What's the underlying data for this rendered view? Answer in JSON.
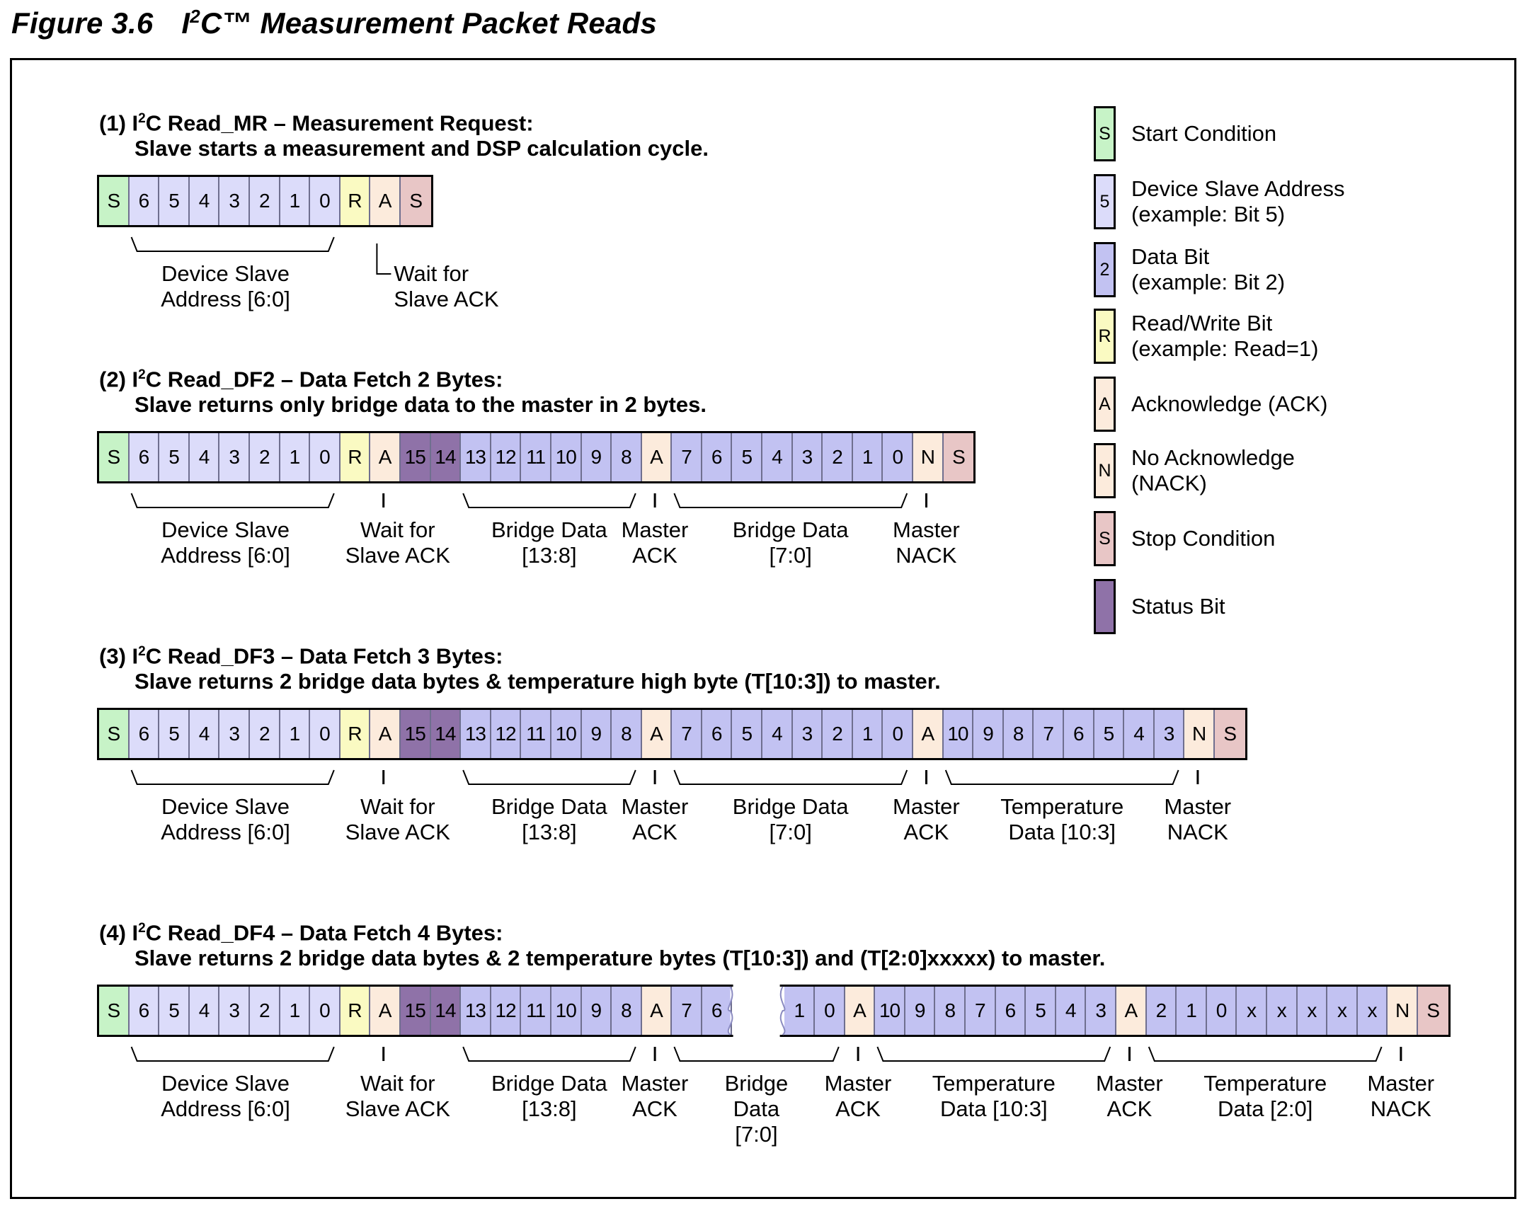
{
  "figure": {
    "label": "Figure 3.6",
    "title_prefix": "I",
    "title_sup": "2",
    "title_rest": "C™ Measurement Packet Reads"
  },
  "sections": [
    {
      "id": "mr",
      "num": "(1) I",
      "sup": "2",
      "name": "C Read_MR – Measurement Request:",
      "desc": "Slave starts a measurement and DSP calculation cycle.",
      "cells": [
        {
          "t": "S",
          "k": "S"
        },
        {
          "t": "6",
          "k": "D"
        },
        {
          "t": "5",
          "k": "D"
        },
        {
          "t": "4",
          "k": "D"
        },
        {
          "t": "3",
          "k": "D"
        },
        {
          "t": "2",
          "k": "D"
        },
        {
          "t": "1",
          "k": "D"
        },
        {
          "t": "0",
          "k": "D"
        },
        {
          "t": "R",
          "k": "R"
        },
        {
          "t": "A",
          "k": "A"
        },
        {
          "t": "S",
          "k": "P"
        }
      ],
      "labels": [
        {
          "lines": [
            "Device Slave",
            "Address [6:0]"
          ]
        },
        {
          "lines": [
            "Wait for",
            "Slave ACK"
          ]
        }
      ]
    },
    {
      "id": "df2",
      "num": "(2) I",
      "sup": "2",
      "name": "C Read_DF2 – Data Fetch 2 Bytes:",
      "desc": "Slave returns only bridge data to the master in 2 bytes.",
      "cells": [
        {
          "t": "S",
          "k": "S"
        },
        {
          "t": "6",
          "k": "D"
        },
        {
          "t": "5",
          "k": "D"
        },
        {
          "t": "4",
          "k": "D"
        },
        {
          "t": "3",
          "k": "D"
        },
        {
          "t": "2",
          "k": "D"
        },
        {
          "t": "1",
          "k": "D"
        },
        {
          "t": "0",
          "k": "D"
        },
        {
          "t": "R",
          "k": "R"
        },
        {
          "t": "A",
          "k": "A"
        },
        {
          "t": "15",
          "k": "T"
        },
        {
          "t": "14",
          "k": "T"
        },
        {
          "t": "13",
          "k": "B"
        },
        {
          "t": "12",
          "k": "B"
        },
        {
          "t": "11",
          "k": "B"
        },
        {
          "t": "10",
          "k": "B"
        },
        {
          "t": "9",
          "k": "B"
        },
        {
          "t": "8",
          "k": "B"
        },
        {
          "t": "A",
          "k": "A"
        },
        {
          "t": "7",
          "k": "B"
        },
        {
          "t": "6",
          "k": "B"
        },
        {
          "t": "5",
          "k": "B"
        },
        {
          "t": "4",
          "k": "B"
        },
        {
          "t": "3",
          "k": "B"
        },
        {
          "t": "2",
          "k": "B"
        },
        {
          "t": "1",
          "k": "B"
        },
        {
          "t": "0",
          "k": "B"
        },
        {
          "t": "N",
          "k": "N"
        },
        {
          "t": "S",
          "k": "P"
        }
      ],
      "labels": [
        {
          "lines": [
            "Device Slave",
            "Address [6:0]"
          ]
        },
        {
          "lines": [
            "Wait for",
            "Slave ACK"
          ]
        },
        {
          "lines": [
            "Bridge Data",
            "[13:8]"
          ]
        },
        {
          "lines": [
            "Master",
            "ACK"
          ]
        },
        {
          "lines": [
            "Bridge Data",
            "[7:0]"
          ]
        },
        {
          "lines": [
            "Master",
            "NACK"
          ]
        }
      ]
    },
    {
      "id": "df3",
      "num": "(3) I",
      "sup": "2",
      "name": "C Read_DF3 – Data Fetch 3 Bytes:",
      "desc": "Slave returns 2 bridge data bytes & temperature high byte (T[10:3]) to master.",
      "cells": [
        {
          "t": "S",
          "k": "S"
        },
        {
          "t": "6",
          "k": "D"
        },
        {
          "t": "5",
          "k": "D"
        },
        {
          "t": "4",
          "k": "D"
        },
        {
          "t": "3",
          "k": "D"
        },
        {
          "t": "2",
          "k": "D"
        },
        {
          "t": "1",
          "k": "D"
        },
        {
          "t": "0",
          "k": "D"
        },
        {
          "t": "R",
          "k": "R"
        },
        {
          "t": "A",
          "k": "A"
        },
        {
          "t": "15",
          "k": "T"
        },
        {
          "t": "14",
          "k": "T"
        },
        {
          "t": "13",
          "k": "B"
        },
        {
          "t": "12",
          "k": "B"
        },
        {
          "t": "11",
          "k": "B"
        },
        {
          "t": "10",
          "k": "B"
        },
        {
          "t": "9",
          "k": "B"
        },
        {
          "t": "8",
          "k": "B"
        },
        {
          "t": "A",
          "k": "A"
        },
        {
          "t": "7",
          "k": "B"
        },
        {
          "t": "6",
          "k": "B"
        },
        {
          "t": "5",
          "k": "B"
        },
        {
          "t": "4",
          "k": "B"
        },
        {
          "t": "3",
          "k": "B"
        },
        {
          "t": "2",
          "k": "B"
        },
        {
          "t": "1",
          "k": "B"
        },
        {
          "t": "0",
          "k": "B"
        },
        {
          "t": "A",
          "k": "A"
        },
        {
          "t": "10",
          "k": "B"
        },
        {
          "t": "9",
          "k": "B"
        },
        {
          "t": "8",
          "k": "B"
        },
        {
          "t": "7",
          "k": "B"
        },
        {
          "t": "6",
          "k": "B"
        },
        {
          "t": "5",
          "k": "B"
        },
        {
          "t": "4",
          "k": "B"
        },
        {
          "t": "3",
          "k": "B"
        },
        {
          "t": "N",
          "k": "N"
        },
        {
          "t": "S",
          "k": "P"
        }
      ],
      "labels": [
        {
          "lines": [
            "Device Slave",
            "Address [6:0]"
          ]
        },
        {
          "lines": [
            "Wait for",
            "Slave ACK"
          ]
        },
        {
          "lines": [
            "Bridge Data",
            "[13:8]"
          ]
        },
        {
          "lines": [
            "Master",
            "ACK"
          ]
        },
        {
          "lines": [
            "Bridge Data",
            "[7:0]"
          ]
        },
        {
          "lines": [
            "Master",
            "ACK"
          ]
        },
        {
          "lines": [
            "Temperature",
            "Data [10:3]"
          ]
        },
        {
          "lines": [
            "Master",
            "NACK"
          ]
        }
      ]
    },
    {
      "id": "df4",
      "num": "(4) I",
      "sup": "2",
      "name": "C Read_DF4 – Data Fetch 4 Bytes:",
      "desc": "Slave returns 2 bridge data bytes & 2 temperature bytes (T[10:3]) and (T[2:0]xxxxx) to master.",
      "cells": [
        {
          "t": "S",
          "k": "S"
        },
        {
          "t": "6",
          "k": "D"
        },
        {
          "t": "5",
          "k": "D"
        },
        {
          "t": "4",
          "k": "D"
        },
        {
          "t": "3",
          "k": "D"
        },
        {
          "t": "2",
          "k": "D"
        },
        {
          "t": "1",
          "k": "D"
        },
        {
          "t": "0",
          "k": "D"
        },
        {
          "t": "R",
          "k": "R"
        },
        {
          "t": "A",
          "k": "A"
        },
        {
          "t": "15",
          "k": "T"
        },
        {
          "t": "14",
          "k": "T"
        },
        {
          "t": "13",
          "k": "B"
        },
        {
          "t": "12",
          "k": "B"
        },
        {
          "t": "11",
          "k": "B"
        },
        {
          "t": "10",
          "k": "B"
        },
        {
          "t": "9",
          "k": "B"
        },
        {
          "t": "8",
          "k": "B"
        },
        {
          "t": "A",
          "k": "A"
        },
        {
          "t": "7",
          "k": "B"
        },
        {
          "t": "6",
          "k": "B"
        },
        {
          "t": "",
          "k": "G"
        },
        {
          "t": "1",
          "k": "B"
        },
        {
          "t": "0",
          "k": "B"
        },
        {
          "t": "A",
          "k": "A"
        },
        {
          "t": "10",
          "k": "B"
        },
        {
          "t": "9",
          "k": "B"
        },
        {
          "t": "8",
          "k": "B"
        },
        {
          "t": "7",
          "k": "B"
        },
        {
          "t": "6",
          "k": "B"
        },
        {
          "t": "5",
          "k": "B"
        },
        {
          "t": "4",
          "k": "B"
        },
        {
          "t": "3",
          "k": "B"
        },
        {
          "t": "A",
          "k": "A"
        },
        {
          "t": "2",
          "k": "B"
        },
        {
          "t": "1",
          "k": "B"
        },
        {
          "t": "0",
          "k": "B"
        },
        {
          "t": "x",
          "k": "B"
        },
        {
          "t": "x",
          "k": "B"
        },
        {
          "t": "x",
          "k": "B"
        },
        {
          "t": "x",
          "k": "B"
        },
        {
          "t": "x",
          "k": "B"
        },
        {
          "t": "N",
          "k": "N"
        },
        {
          "t": "S",
          "k": "P"
        }
      ],
      "labels": [
        {
          "lines": [
            "Device Slave",
            "Address [6:0]"
          ]
        },
        {
          "lines": [
            "Wait for",
            "Slave ACK"
          ]
        },
        {
          "lines": [
            "Bridge Data",
            "[13:8]"
          ]
        },
        {
          "lines": [
            "Master",
            "ACK"
          ]
        },
        {
          "lines": [
            "Bridge",
            "Data",
            "[7:0]"
          ]
        },
        {
          "lines": [
            "Master",
            "ACK"
          ]
        },
        {
          "lines": [
            "Temperature",
            "Data [10:3]"
          ]
        },
        {
          "lines": [
            "Master",
            "ACK"
          ]
        },
        {
          "lines": [
            "Temperature",
            "Data [2:0]"
          ]
        },
        {
          "lines": [
            "Master",
            "NACK"
          ]
        }
      ]
    }
  ],
  "legend": [
    {
      "glyph": "S",
      "kind": "S",
      "lines": [
        "Start Condition"
      ]
    },
    {
      "glyph": "5",
      "kind": "D",
      "lines": [
        "Device Slave Address",
        "(example: Bit 5)"
      ]
    },
    {
      "glyph": "2",
      "kind": "B",
      "lines": [
        "Data Bit",
        "(example: Bit 2)"
      ]
    },
    {
      "glyph": "R",
      "kind": "R",
      "lines": [
        "Read/Write Bit",
        "(example: Read=1)"
      ]
    },
    {
      "glyph": "A",
      "kind": "A",
      "lines": [
        "Acknowledge (ACK)"
      ]
    },
    {
      "glyph": "N",
      "kind": "N",
      "lines": [
        "No Acknowledge",
        "(NACK)"
      ]
    },
    {
      "glyph": "S",
      "kind": "P",
      "lines": [
        "Stop Condition"
      ]
    },
    {
      "glyph": "",
      "kind": "T",
      "lines": [
        "Status Bit"
      ]
    }
  ],
  "colors": {
    "start": "#c7f3c7",
    "address": "#dcdcfa",
    "data": "#c2c2f2",
    "rw": "#fafac2",
    "ack": "#fcebdc",
    "stop": "#e8c6c6",
    "status": "#8f72a8"
  }
}
